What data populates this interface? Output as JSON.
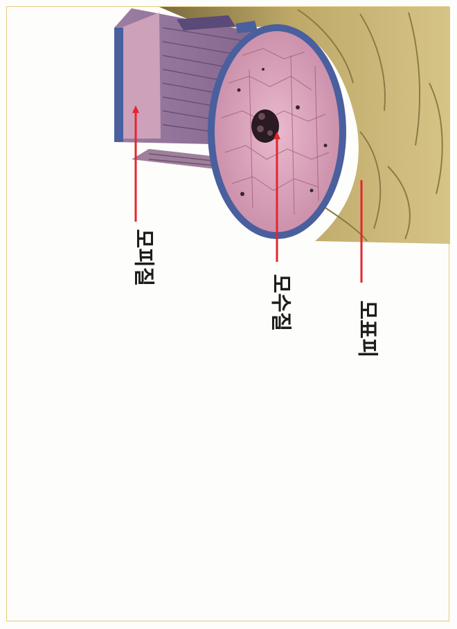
{
  "labels": {
    "cortex": "모피질",
    "medulla": "모수질",
    "cuticle": "모표피"
  },
  "colors": {
    "leader_line": "#e3262c",
    "frame_border": "#e6c97c",
    "cuticle_fill": "#cdb778",
    "cortex_fill": "#c98aa8",
    "fiber_fill": "#8c6c92",
    "membrane_edge": "#4a5f9e"
  }
}
